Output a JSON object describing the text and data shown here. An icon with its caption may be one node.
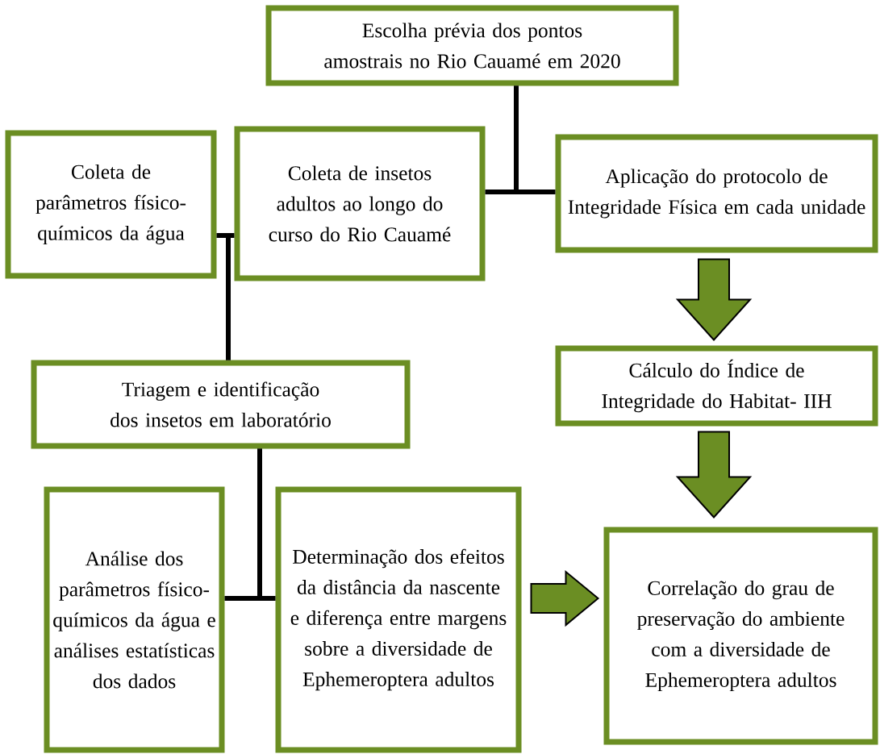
{
  "diagram": {
    "nodes": [
      {
        "text": [
          "Escolha prévia dos pontos amostrais no Rio Cauamé em 2020"
        ]
      },
      {
        "text": [
          "Coleta de parâmetros físico-químicos da água"
        ]
      },
      {
        "text": [
          "Coleta de insetos adultos ao longo do curso do Rio Cauamé"
        ]
      },
      {
        "text": [
          "Aplicação do protocolo de Integridade Física em cada unidade"
        ]
      },
      {
        "text": [
          "Cálculo do Índice de Integridade do Habitat- IIH"
        ]
      },
      {
        "text": [
          "Triagem e identificação dos insetos em laboratório"
        ]
      },
      {
        "text": [
          "Análise dos parâmetros físico-químicos da água e análises estatísticas dos dados"
        ]
      },
      {
        "text": [
          "Determinação dos efeitos da distância da nascente e diferença entre margens sobre a diversidade de Ephemeroptera adultos"
        ]
      },
      {
        "text": [
          "Correlação do grau de preservação do ambiente com a diversidade de Ephemeroptera adultos"
        ]
      }
    ],
    "edges": [
      {
        "from": 0,
        "to": 2,
        "arrow": "none"
      },
      {
        "from": 0,
        "to": 3,
        "arrow": "none"
      },
      {
        "from": 5,
        "to": 1,
        "arrow": "none"
      },
      {
        "from": 5,
        "to": 2,
        "arrow": "none"
      },
      {
        "from": 5,
        "to": 6,
        "arrow": "none"
      },
      {
        "from": 5,
        "to": 7,
        "arrow": "none"
      },
      {
        "from": 3,
        "to": 4,
        "arrow": "to",
        "style": "thick",
        "color": "#6b8e23"
      },
      {
        "from": 4,
        "to": 8,
        "arrow": "to",
        "style": "thick",
        "color": "#6b8e23"
      },
      {
        "from": 7,
        "to": 8,
        "arrow": "to",
        "style": "thick",
        "color": "#6b8e23"
      }
    ]
  }
}
